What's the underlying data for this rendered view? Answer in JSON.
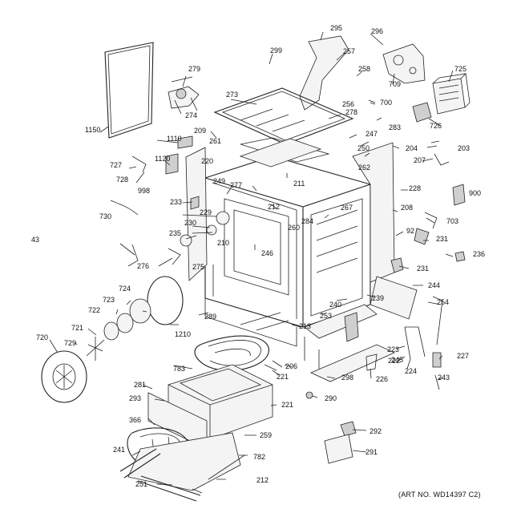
{
  "caption": "(ART NO. WD14397 C2)",
  "part_labels": [
    "295",
    "296",
    "299",
    "257",
    "258",
    "725",
    "279",
    "709",
    "273",
    "256",
    "700",
    "278",
    "274",
    "1150",
    "283",
    "247",
    "726",
    "204",
    "209",
    "250",
    "203",
    "261",
    "262",
    "1110",
    "220",
    "207",
    "1120",
    "727",
    "211",
    "249",
    "277",
    "228",
    "900",
    "728",
    "998",
    "233",
    "212",
    "267",
    "208",
    "229",
    "284",
    "230",
    "730",
    "260",
    "703",
    "235",
    "210",
    "92",
    "231",
    "43",
    "246",
    "236",
    "276",
    "275",
    "231",
    "724",
    "244",
    "723",
    "722",
    "1210",
    "239",
    "240",
    "254",
    "289",
    "721",
    "253",
    "213",
    "720",
    "729",
    "223",
    "227",
    "222",
    "224",
    "783",
    "206",
    "221",
    "245",
    "226",
    "243",
    "298",
    "281",
    "290",
    "293",
    "221",
    "366",
    "292",
    "259",
    "241",
    "782",
    "291",
    "212",
    "251"
  ],
  "icons": [
    "oven-frame-icon",
    "burner-icon",
    "heating-element-icon",
    "convection-fan-icon",
    "door-gasket-icon"
  ]
}
